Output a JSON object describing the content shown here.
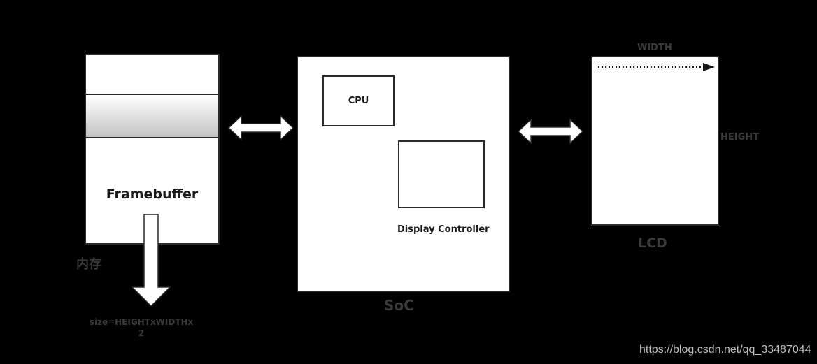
{
  "framebuffer": {
    "label": "Framebuffer",
    "memory_label": "内存",
    "size_label_line1": "size=HEIGHTxWIDTHx",
    "size_label_line2": "2"
  },
  "soc": {
    "label": "SoC",
    "cpu_label": "CPU",
    "display_controller_label": "Display Controller"
  },
  "lcd": {
    "label": "LCD",
    "width_label": "WIDTH",
    "height_label": "HEIGHT"
  },
  "watermark": "https://blog.csdn.net/qq_33487044"
}
